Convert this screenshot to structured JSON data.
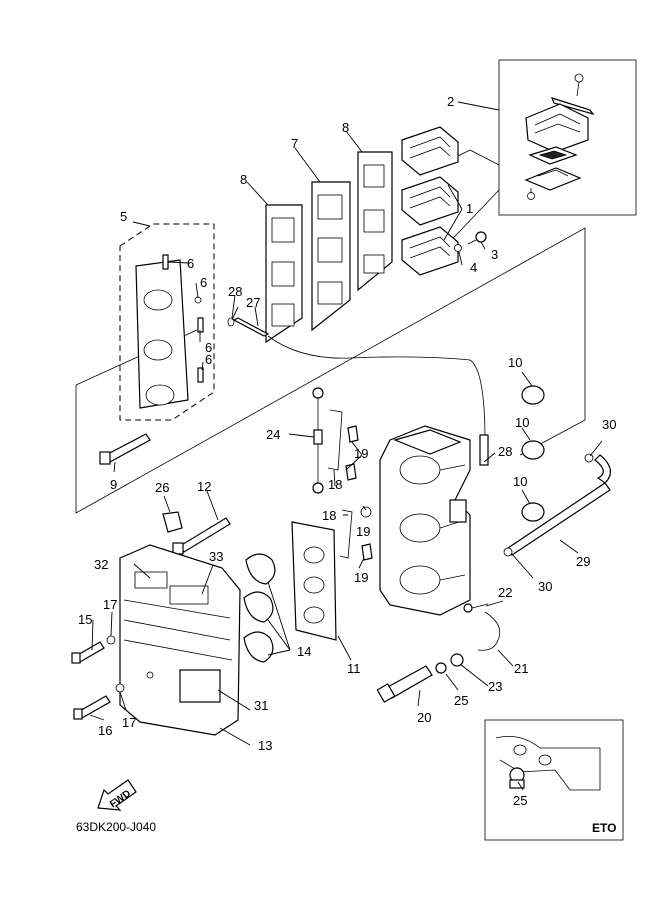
{
  "drawing_code": "63DK200-J040",
  "detail_frame_label": "ETO",
  "fwd_label": "FWD",
  "callouts": {
    "c1": "1",
    "c2": "2",
    "c3": "3",
    "c4": "4",
    "c5": "5",
    "c6a": "6",
    "c6b": "6",
    "c6c": "6",
    "c6d": "6",
    "c7": "7",
    "c8a": "8",
    "c8b": "8",
    "c9": "9",
    "c10a": "10",
    "c10b": "10",
    "c10c": "10",
    "c11": "11",
    "c12": "12",
    "c13": "13",
    "c14": "14",
    "c15": "15",
    "c16": "16",
    "c17a": "17",
    "c17b": "17",
    "c18a": "18",
    "c18b": "18",
    "c19a": "19",
    "c19b": "19",
    "c19c": "19",
    "c20": "20",
    "c21": "21",
    "c22": "22",
    "c23": "23",
    "c24": "24",
    "c25a": "25",
    "c25b": "25",
    "c26": "26",
    "c27": "27",
    "c28a": "28",
    "c28b": "28",
    "c29": "29",
    "c30a": "30",
    "c30b": "30",
    "c31": "31",
    "c32": "32",
    "c33": "33"
  }
}
